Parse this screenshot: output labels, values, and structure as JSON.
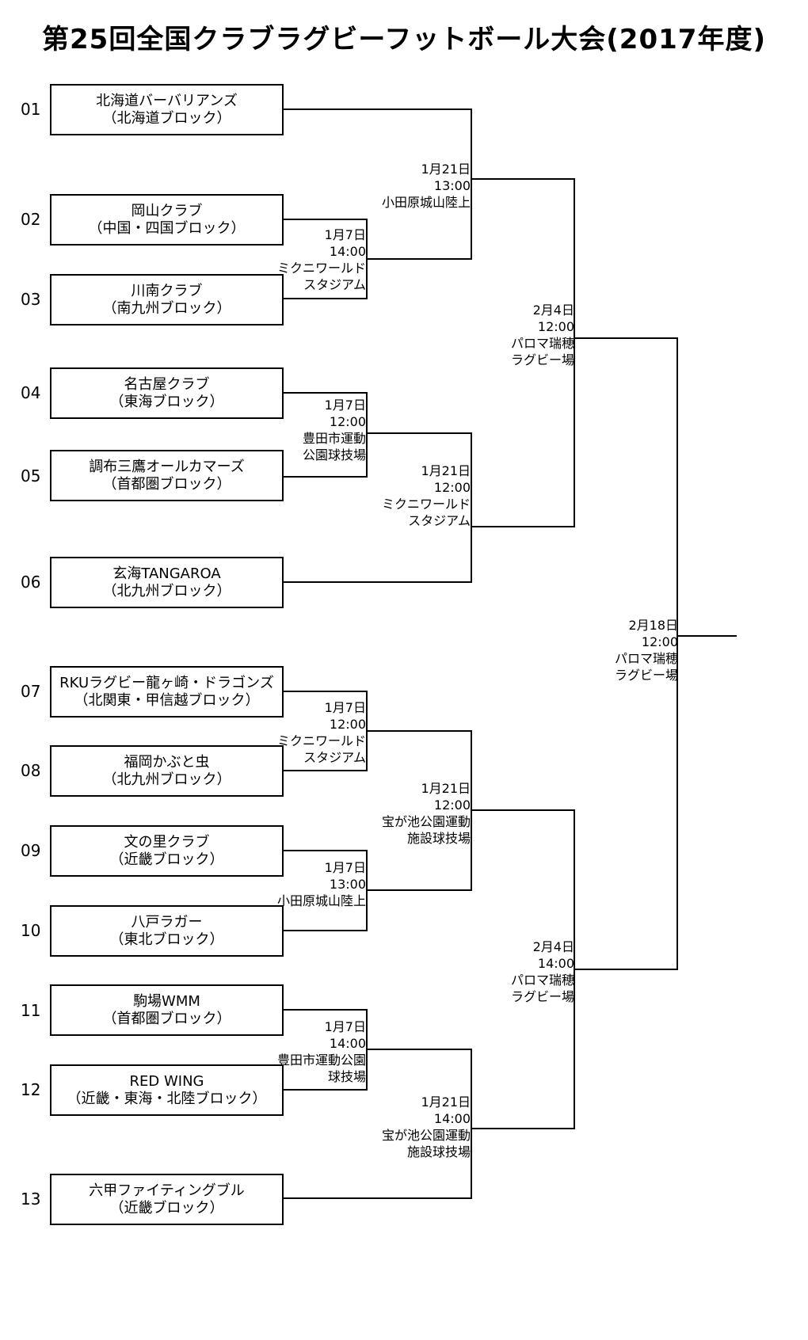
{
  "title": "第25回全国クラブラグビーフットボール大会(2017年度)",
  "teams": [
    {
      "seed": "01",
      "name": "北海道バーバリアンズ",
      "block": "（北海道ブロック）"
    },
    {
      "seed": "02",
      "name": "岡山クラブ",
      "block": "（中国・四国ブロック）"
    },
    {
      "seed": "03",
      "name": "川南クラブ",
      "block": "（南九州ブロック）"
    },
    {
      "seed": "04",
      "name": "名古屋クラブ",
      "block": "（東海ブロック）"
    },
    {
      "seed": "05",
      "name": "調布三鷹オールカマーズ",
      "block": "（首都圏ブロック）"
    },
    {
      "seed": "06",
      "name": "玄海TANGAROA",
      "block": "（北九州ブロック）"
    },
    {
      "seed": "07",
      "name": "RKUラグビー龍ヶ崎・ドラゴンズ",
      "block": "（北関東・甲信越ブロック）"
    },
    {
      "seed": "08",
      "name": "福岡かぶと虫",
      "block": "（北九州ブロック）"
    },
    {
      "seed": "09",
      "name": "文の里クラブ",
      "block": "（近畿ブロック）"
    },
    {
      "seed": "10",
      "name": "八戸ラガー",
      "block": "（東北ブロック）"
    },
    {
      "seed": "11",
      "name": "駒場WMM",
      "block": "（首都圏ブロック）"
    },
    {
      "seed": "12",
      "name": "RED WING",
      "block": "（近畿・東海・北陸ブロック）"
    },
    {
      "seed": "13",
      "name": "六甲ファイティングブル",
      "block": "（近畿ブロック）"
    }
  ],
  "matches": {
    "r1_02_03": {
      "date": "1月7日",
      "time": "14:00",
      "venue": "ミクニワールド",
      "venue2": "スタジアム"
    },
    "r1_04_05": {
      "date": "1月7日",
      "time": "12:00",
      "venue": "豊田市運動",
      "venue2": "公園球技場"
    },
    "r1_07_08": {
      "date": "1月7日",
      "time": "12:00",
      "venue": "ミクニワールド",
      "venue2": "スタジアム"
    },
    "r1_09_10": {
      "date": "1月7日",
      "time": "13:00",
      "venue": "小田原城山陸上",
      "venue2": ""
    },
    "r1_11_12": {
      "date": "1月7日",
      "time": "14:00",
      "venue": "豊田市運動公園",
      "venue2": "球技場"
    },
    "r2_a": {
      "date": "1月21日",
      "time": "13:00",
      "venue": "小田原城山陸上",
      "venue2": ""
    },
    "r2_b": {
      "date": "1月21日",
      "time": "12:00",
      "venue": "ミクニワールド",
      "venue2": "スタジアム"
    },
    "r2_c": {
      "date": "1月21日",
      "time": "12:00",
      "venue": "宝が池公園運動",
      "venue2": "施設球技場"
    },
    "r2_d": {
      "date": "1月21日",
      "time": "14:00",
      "venue": "宝が池公園運動",
      "venue2": "施設球技場"
    },
    "sf_1": {
      "date": "2月4日",
      "time": "12:00",
      "venue": "パロマ瑞穂",
      "venue2": "ラグビー場"
    },
    "sf_2": {
      "date": "2月4日",
      "time": "14:00",
      "venue": "パロマ瑞穂",
      "venue2": "ラグビー場"
    },
    "final": {
      "date": "2月18日",
      "time": "12:00",
      "venue": "パロマ瑞穂",
      "venue2": "ラグビー場"
    }
  }
}
